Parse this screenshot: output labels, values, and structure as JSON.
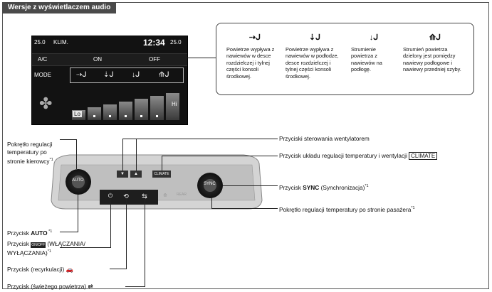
{
  "header": {
    "title": "Wersje z wyświetlaczem audio"
  },
  "screen": {
    "temp_left": "25.0",
    "klim": "KLIM.",
    "clock": "12:34",
    "temp_right": "25.0",
    "ac_label": "A/C",
    "on_label": "ON",
    "off_label": "OFF",
    "mode_label": "MODE",
    "fan_lo": "Lo",
    "fan_hi": "Hi",
    "fan_steps": 7,
    "fan_level_fraction": 0.14
  },
  "modes": [
    {
      "icon": "face-vent-icon",
      "glyph": "⇢ᒍ",
      "text": "Powietrze wypływa z nawiewów w desce rozdzielczej i tylnej części konsoli środkowej."
    },
    {
      "icon": "face-floor-vent-icon",
      "glyph": "⇣ᒍ",
      "text": "Powietrze wypływa z nawiewów w podłodze, desce rozdzielczej i tylnej części konsoli środkowej."
    },
    {
      "icon": "floor-vent-icon",
      "glyph": "↓ᒍ",
      "text": "Strumienie powietrza z nawiewów na podłogę."
    },
    {
      "icon": "floor-defrost-vent-icon",
      "glyph": "⟰ᒍ",
      "text": "Strumień powietrza dzielony jest pomiędzy nawiewy podłogowe i nawiewy przedniej szyby."
    }
  ],
  "labels": {
    "driver_knob": "Pokrętło regulacji temperatury po stronie kierowcy",
    "driver_knob_sup": "*1",
    "auto_button_pre": "Przycisk ",
    "auto_button_bold": "AUTO",
    "auto_button_sup": " *1",
    "onoff_pre": "Przycisk ",
    "onoff_post": "(WŁĄCZANIA/",
    "onoff_post2": "WYŁĄCZANIA)",
    "onoff_sup": "*1",
    "recirc": "Przycisk (recyrkulacji)",
    "fresh": "Przycisk (świeżego powietrza)",
    "fan_buttons": "Przyciski sterowania wentylatorem",
    "climate_pre": "Przycisk układu regulacji temperatury i wentylacji",
    "climate_box": "CLIMATE",
    "sync_pre": "Przycisk ",
    "sync_bold": "SYNC",
    "sync_post": " (Synchronizacja)",
    "sync_sup": "*1",
    "passenger_knob": "Pokrętło regulacji temperatury po stronie pasażera",
    "passenger_knob_sup": "*1"
  },
  "console": {
    "knob_left": "AUTO",
    "knob_right": "SYNC",
    "fan_down": "▼",
    "fan_up": "▲",
    "climate_btn": "CLIMATE",
    "onoff_icon": "ON/OFF",
    "rear_def": "REAR"
  },
  "colors": {
    "tab_bg": "#4a4a4a",
    "screen_bg": "#121212",
    "console_bg": "#c9c9c9",
    "highlight_bg": "#1e1e1e"
  }
}
